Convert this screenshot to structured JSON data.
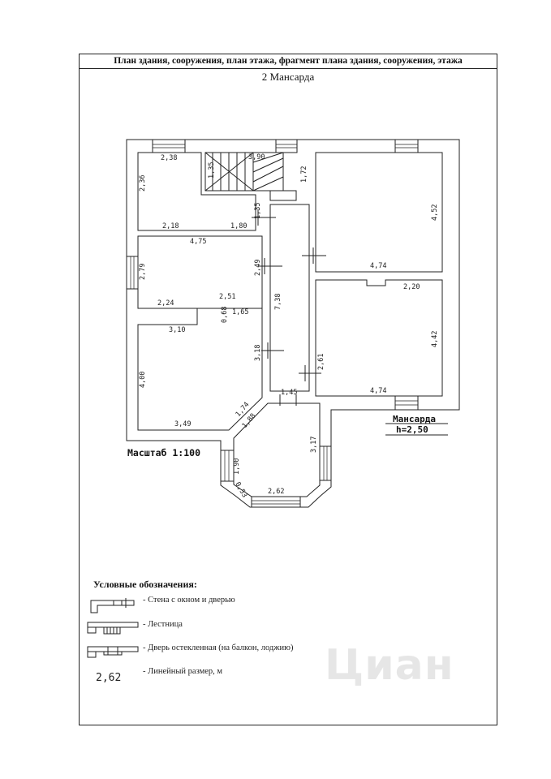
{
  "sheet": {
    "header": "План здания, сооружения, план этажа, фрагмент плана здания, сооружения, этажа",
    "floor_label": "2 Мансарда"
  },
  "plan": {
    "scale": "Масштаб 1:100",
    "level_name": "Мансарда",
    "level_height": "h=2,50",
    "dims": {
      "d238": "2,38",
      "d236": "2,36",
      "d218": "2,18",
      "d180": "1,80",
      "d135a": "1,35",
      "d390": "3,90",
      "d172": "1,72",
      "d135b": "1,35",
      "d475": "4,75",
      "d279": "2,79",
      "d249": "2,49",
      "d251": "2,51",
      "d224": "2,24",
      "d068": "0,68",
      "d165": "1,65",
      "d310": "3,10",
      "d738": "7,38",
      "d318": "3,18",
      "d400": "4,00",
      "d174": "1,74",
      "d349": "3,49",
      "d188": "1,88",
      "d145": "1,45",
      "d317": "3,17",
      "d190": "1,90",
      "d053": "0,53",
      "d262": "2,62",
      "d452": "4,52",
      "d474a": "4,74",
      "d220": "2,20",
      "d442": "4,42",
      "d261": "2,61",
      "d474b": "4,74"
    }
  },
  "legend": {
    "title": "Условные обозначения:",
    "items": [
      "- Стена с окном и дверью",
      "- Лестница",
      "- Дверь остекленная (на балкон, лоджию)",
      "- Линейный размер, м"
    ],
    "sample_dim": "2,62"
  },
  "watermark": "Циан"
}
